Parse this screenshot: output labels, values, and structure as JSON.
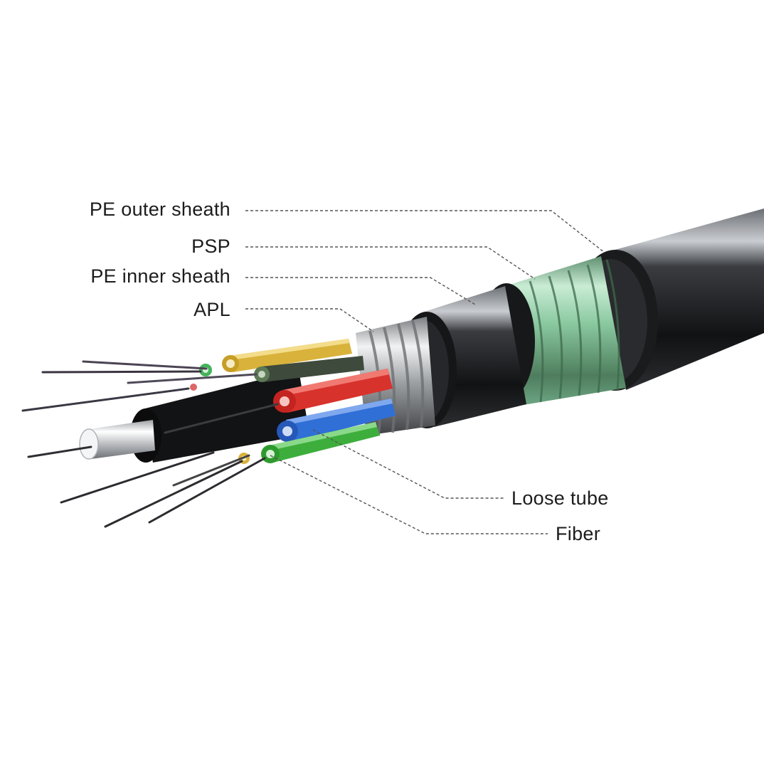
{
  "labels": {
    "pe_outer_sheath": "PE outer sheath",
    "psp": "PSP",
    "pe_inner_sheath": "PE inner sheath",
    "apl": "APL",
    "loose_tube": "Loose tube",
    "fiber": "Fiber"
  },
  "colors": {
    "background": "#ffffff",
    "sheath": "#1e1f22",
    "psp_green": "#7fc59a",
    "apl_silver": "#c9cbcd",
    "tube_yellow": "#d8b23a",
    "tube_red": "#d8322d",
    "tube_blue": "#2f6fd6",
    "tube_green": "#3dae3c",
    "central_member": "#d7d9db"
  }
}
